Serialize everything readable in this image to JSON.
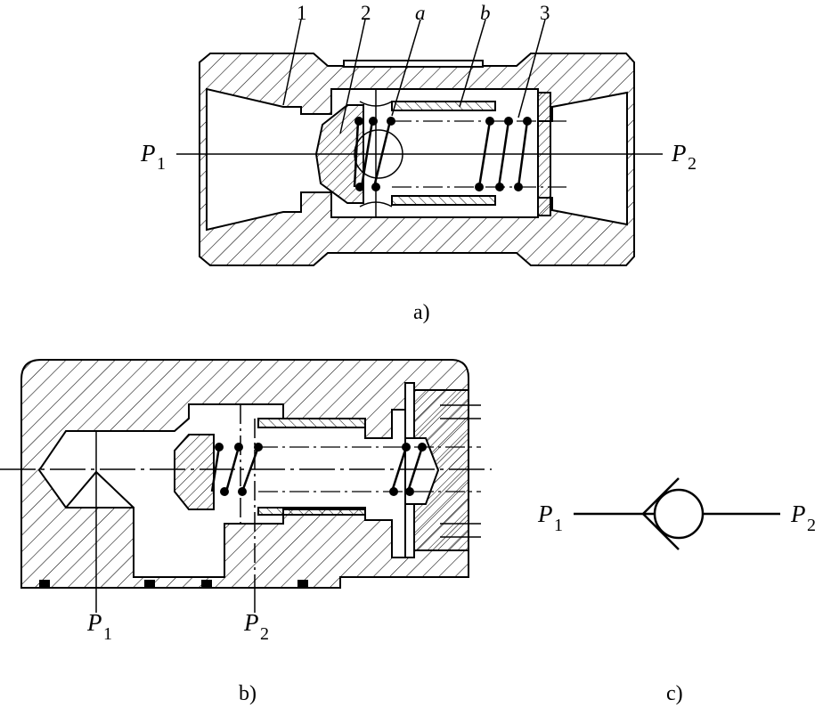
{
  "figure_a": {
    "caption": "a)",
    "callouts": [
      "1",
      "2",
      "a",
      "b",
      "3"
    ],
    "port_left": "P",
    "port_left_sub": "1",
    "port_right": "P",
    "port_right_sub": "2"
  },
  "figure_b": {
    "caption": "b)",
    "port_left": "P",
    "port_left_sub": "1",
    "port_right": "P",
    "port_right_sub": "2"
  },
  "figure_c": {
    "caption": "c)",
    "port_left": "P",
    "port_left_sub": "1",
    "port_right": "P",
    "port_right_sub": "2"
  },
  "colors": {
    "line": "#000000",
    "paper": "#ffffff"
  }
}
